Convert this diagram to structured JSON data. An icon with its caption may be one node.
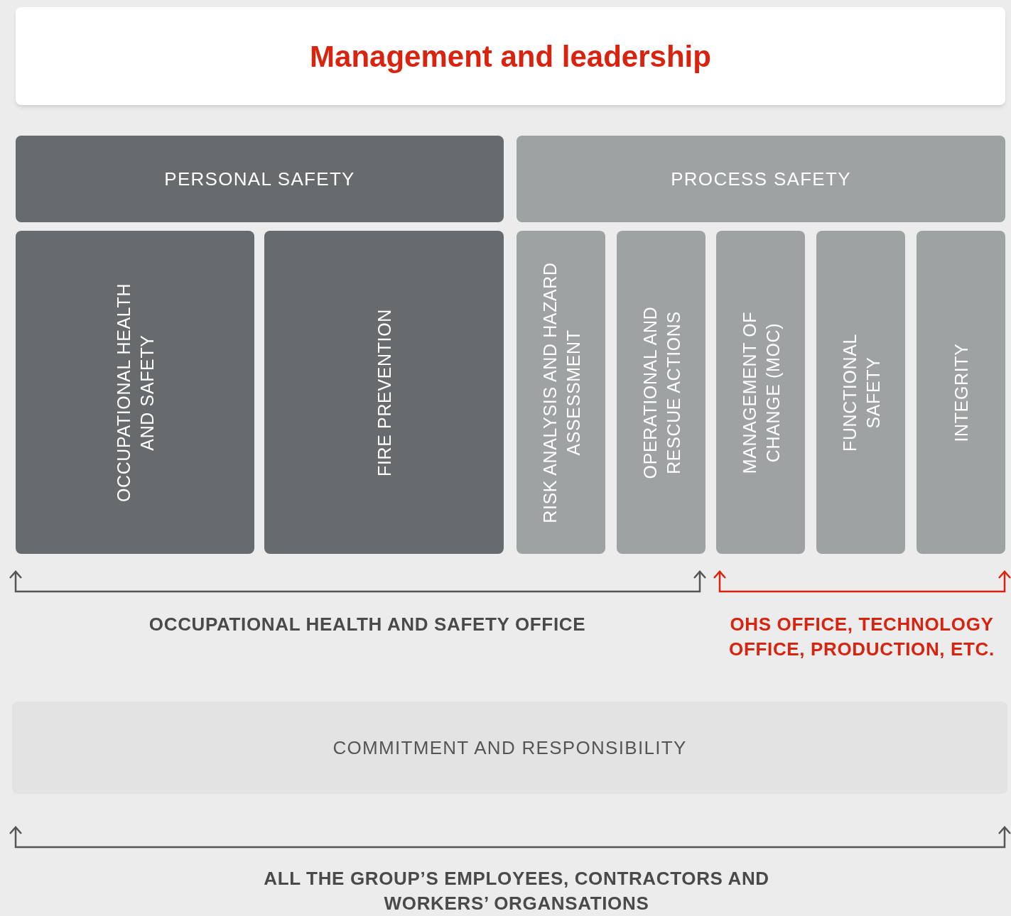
{
  "diagram": {
    "nodes": [
      {
        "text": [
          "Management and leadership"
        ]
      },
      {
        "text": [
          "PERSONAL SAFETY"
        ]
      },
      {
        "text": [
          "PROCESS SAFETY"
        ]
      },
      {
        "text": [
          "OCCUPATIONAL HEALTH AND SAFETY"
        ]
      },
      {
        "text": [
          "FIRE PREVENTION"
        ]
      },
      {
        "text": [
          "RISK ANALYSIS AND HAZARD ASSESSMENT"
        ]
      },
      {
        "text": [
          "OPERATIONAL AND RESCUE ACTIONS"
        ]
      },
      {
        "text": [
          "MANAGEMENT OF CHANGE (MOC)"
        ]
      },
      {
        "text": [
          "FUNCTIONAL SAFETY"
        ]
      },
      {
        "text": [
          "INTEGRITY"
        ]
      },
      {
        "text": [
          "COMMITMENT AND RESPONSIBILITY"
        ]
      }
    ],
    "labels": [
      "OCCUPATIONAL HEALTH AND SAFETY OFFICE",
      "OHS OFFICE, TECHNOLOGY OFFICE, PRODUCTION, ETC.",
      "ALL THE GROUP’S EMPLOYEES, CONTRACTORS AND WORKERS’ ORGANSATIONS"
    ]
  }
}
